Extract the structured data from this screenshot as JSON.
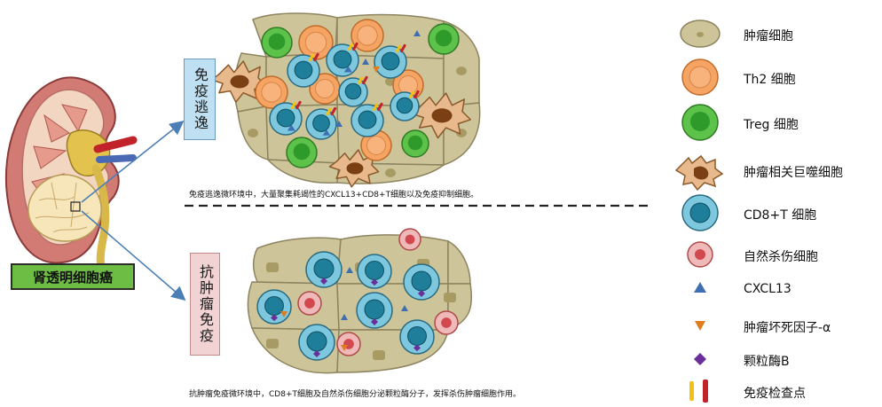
{
  "kidney": {
    "label": "肾透明细胞癌"
  },
  "panels": {
    "top": {
      "tag": "免疫逃逸",
      "caption": "免疫逃逸微环境中，大量聚集耗竭性的CXCL13+CD8+T细胞以及免疫抑制细胞。"
    },
    "bottom": {
      "tag": "抗肿瘤免疫",
      "caption": "抗肿瘤免疫微环境中，CD8+T细胞及自然杀伤细胞分泌颗粒酶分子，发挥杀伤肿瘤细胞作用。"
    }
  },
  "legend": [
    {
      "icon": "tumor-cell-icon",
      "label": "肿瘤细胞"
    },
    {
      "icon": "th2-cell-icon",
      "label": "Th2 细胞"
    },
    {
      "icon": "treg-cell-icon",
      "label": "Treg 细胞"
    },
    {
      "icon": "macrophage-icon",
      "label": "肿瘤相关巨噬细胞"
    },
    {
      "icon": "cd8-t-cell-icon",
      "label": "CD8+T 细胞"
    },
    {
      "icon": "nk-cell-icon",
      "label": "自然杀伤细胞"
    },
    {
      "icon": "cxcl13-icon",
      "label": "CXCL13"
    },
    {
      "icon": "tnf-alpha-icon",
      "label": "肿瘤坏死因子-α"
    },
    {
      "icon": "granzyme-b-icon",
      "label": "颗粒酶B"
    },
    {
      "icon": "checkpoint-icon",
      "label": "免疫检查点"
    }
  ],
  "colors": {
    "tumor_fill": "#cdc49a",
    "tumor_stroke": "#8d8460",
    "tumor_nucleus": "#a89a63",
    "th2": "#f5a464",
    "treg": "#5cc24a",
    "macrophage": "#e8b98c",
    "cd8": "#7ec8df",
    "cd8_nucleus": "#1f7f9a",
    "nk": "#f0b9b9",
    "nk_nucleus": "#d2484f",
    "cxcl13": "#3f6fb0",
    "tnf": "#e07b1e",
    "granzyme": "#6b2f9b",
    "checkpoint_yellow": "#f4c20d",
    "checkpoint_red": "#c2222a",
    "kidney_label_bg": "#6dbd45",
    "top_tag_bg": "#bfe0f2",
    "bottom_tag_bg": "#f2d3d3",
    "arrow": "#4b7fb5"
  }
}
